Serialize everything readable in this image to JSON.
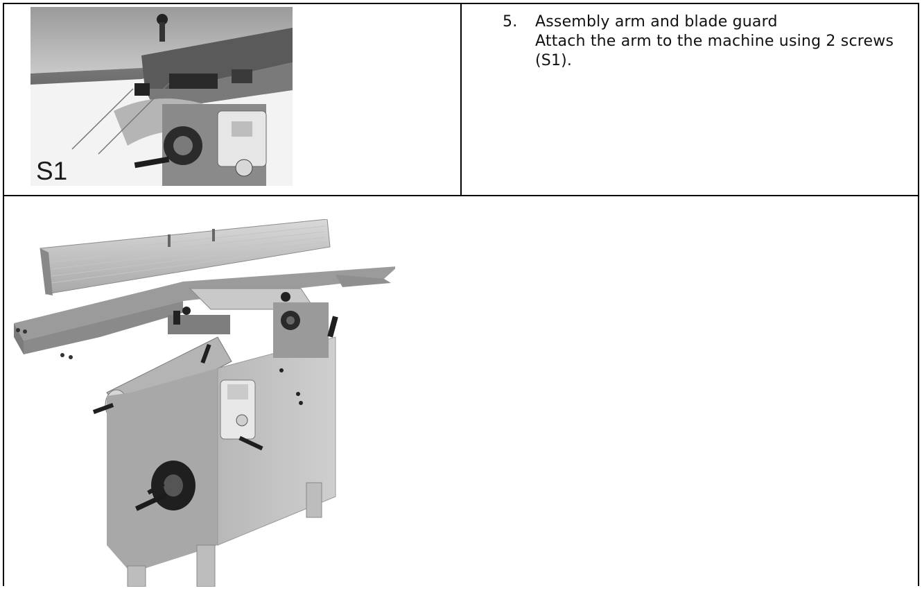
{
  "step": {
    "number": "5.",
    "title": "Assembly arm and blade guard",
    "instruction": "Attach the arm to the machine using 2 screws (S1)."
  },
  "figure1": {
    "callout": "S1",
    "image_icon": "planer-arm-closeup-photo"
  },
  "figure2": {
    "image_icon": "jointer-planer-machine-photo"
  }
}
